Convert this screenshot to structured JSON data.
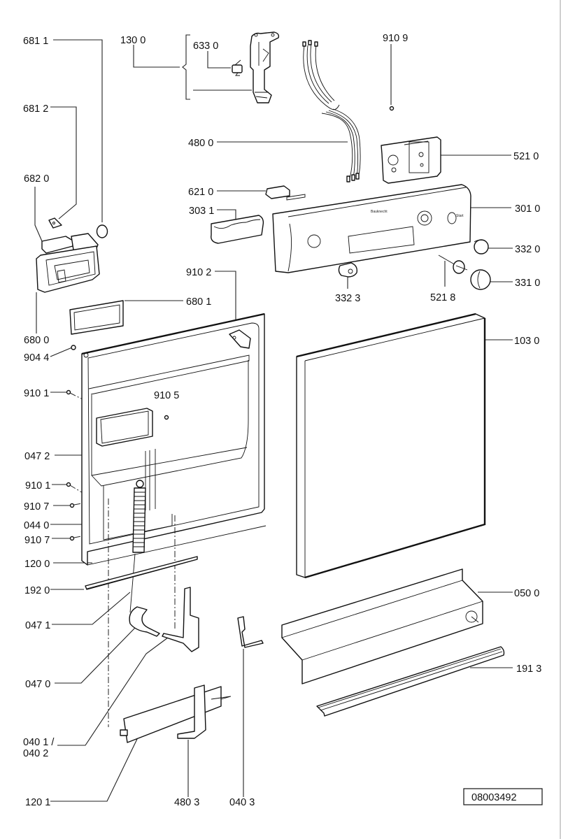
{
  "diagram": {
    "title": "Dishwasher door assembly – exploded parts view",
    "document_number": "08003492",
    "callouts": [
      {
        "id": "c6811",
        "label": "681 1"
      },
      {
        "id": "c1300",
        "label": "130 0"
      },
      {
        "id": "c6330",
        "label": "633 0"
      },
      {
        "id": "c9109",
        "label": "910 9"
      },
      {
        "id": "c6812",
        "label": "681 2"
      },
      {
        "id": "c4800",
        "label": "480 0"
      },
      {
        "id": "c5210",
        "label": "521 0"
      },
      {
        "id": "c6820",
        "label": "682 0"
      },
      {
        "id": "c6210",
        "label": "621 0"
      },
      {
        "id": "c3031",
        "label": "303 1"
      },
      {
        "id": "c3010",
        "label": "301 0"
      },
      {
        "id": "c3320",
        "label": "332 0"
      },
      {
        "id": "c9102",
        "label": "910 2"
      },
      {
        "id": "c6801",
        "label": "680 1"
      },
      {
        "id": "c3323",
        "label": "332 3"
      },
      {
        "id": "c5218",
        "label": "521 8"
      },
      {
        "id": "c3310",
        "label": "331 0"
      },
      {
        "id": "c6800",
        "label": "680 0"
      },
      {
        "id": "c9044",
        "label": "904 4"
      },
      {
        "id": "c1030",
        "label": "103 0"
      },
      {
        "id": "c9101a",
        "label": "910 1"
      },
      {
        "id": "c9105",
        "label": "910 5"
      },
      {
        "id": "c0472",
        "label": "047 2"
      },
      {
        "id": "c9101b",
        "label": "910 1"
      },
      {
        "id": "c9107a",
        "label": "910 7"
      },
      {
        "id": "c0440",
        "label": "044 0"
      },
      {
        "id": "c9107b",
        "label": "910 7"
      },
      {
        "id": "c1200",
        "label": "120 0"
      },
      {
        "id": "c1920",
        "label": "192 0"
      },
      {
        "id": "c0500",
        "label": "050 0"
      },
      {
        "id": "c0471",
        "label": "047 1"
      },
      {
        "id": "c0470",
        "label": "047 0"
      },
      {
        "id": "c1913",
        "label": "191 3"
      },
      {
        "id": "c0401",
        "label": "040 1 /"
      },
      {
        "id": "c0402",
        "label": "040 2"
      },
      {
        "id": "c1201",
        "label": "120 1"
      },
      {
        "id": "c4803",
        "label": "480 3"
      },
      {
        "id": "c0403",
        "label": "040 3"
      }
    ],
    "control_panel": {
      "brand_text": "Bauknecht",
      "start_label": "Start"
    }
  }
}
